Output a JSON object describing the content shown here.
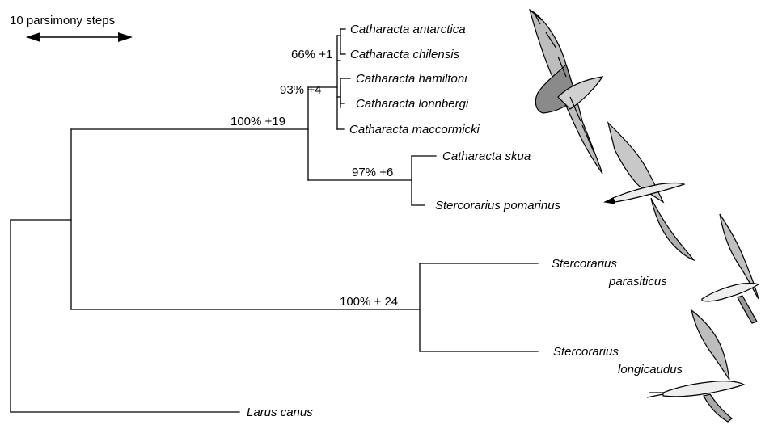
{
  "scale_bar": {
    "label": "10 parsimony steps"
  },
  "support": {
    "antarctica_chilensis": "66% +1",
    "catharacta_inner": "93% +4",
    "catharacta_clade": "100% +19",
    "skua_pomarinus": "97% +6",
    "parasiticus_longicaudus": "100% + 24"
  },
  "taxa": {
    "antarctica": "Catharacta antarctica",
    "chilensis": "Catharacta chilensis",
    "hamiltoni": "Catharacta hamiltoni",
    "lonnbergi": "Catharacta lonnbergi",
    "maccormicki": "Catharacta maccormicki",
    "skua": "Catharacta skua",
    "pomarinus": "Stercorarius pomarinus",
    "parasiticus_1": "Stercorarius",
    "parasiticus_2": "parasiticus",
    "longicaudus_1": "Stercorarius",
    "longicaudus_2": "longicaudus",
    "larus": "Larus canus"
  }
}
